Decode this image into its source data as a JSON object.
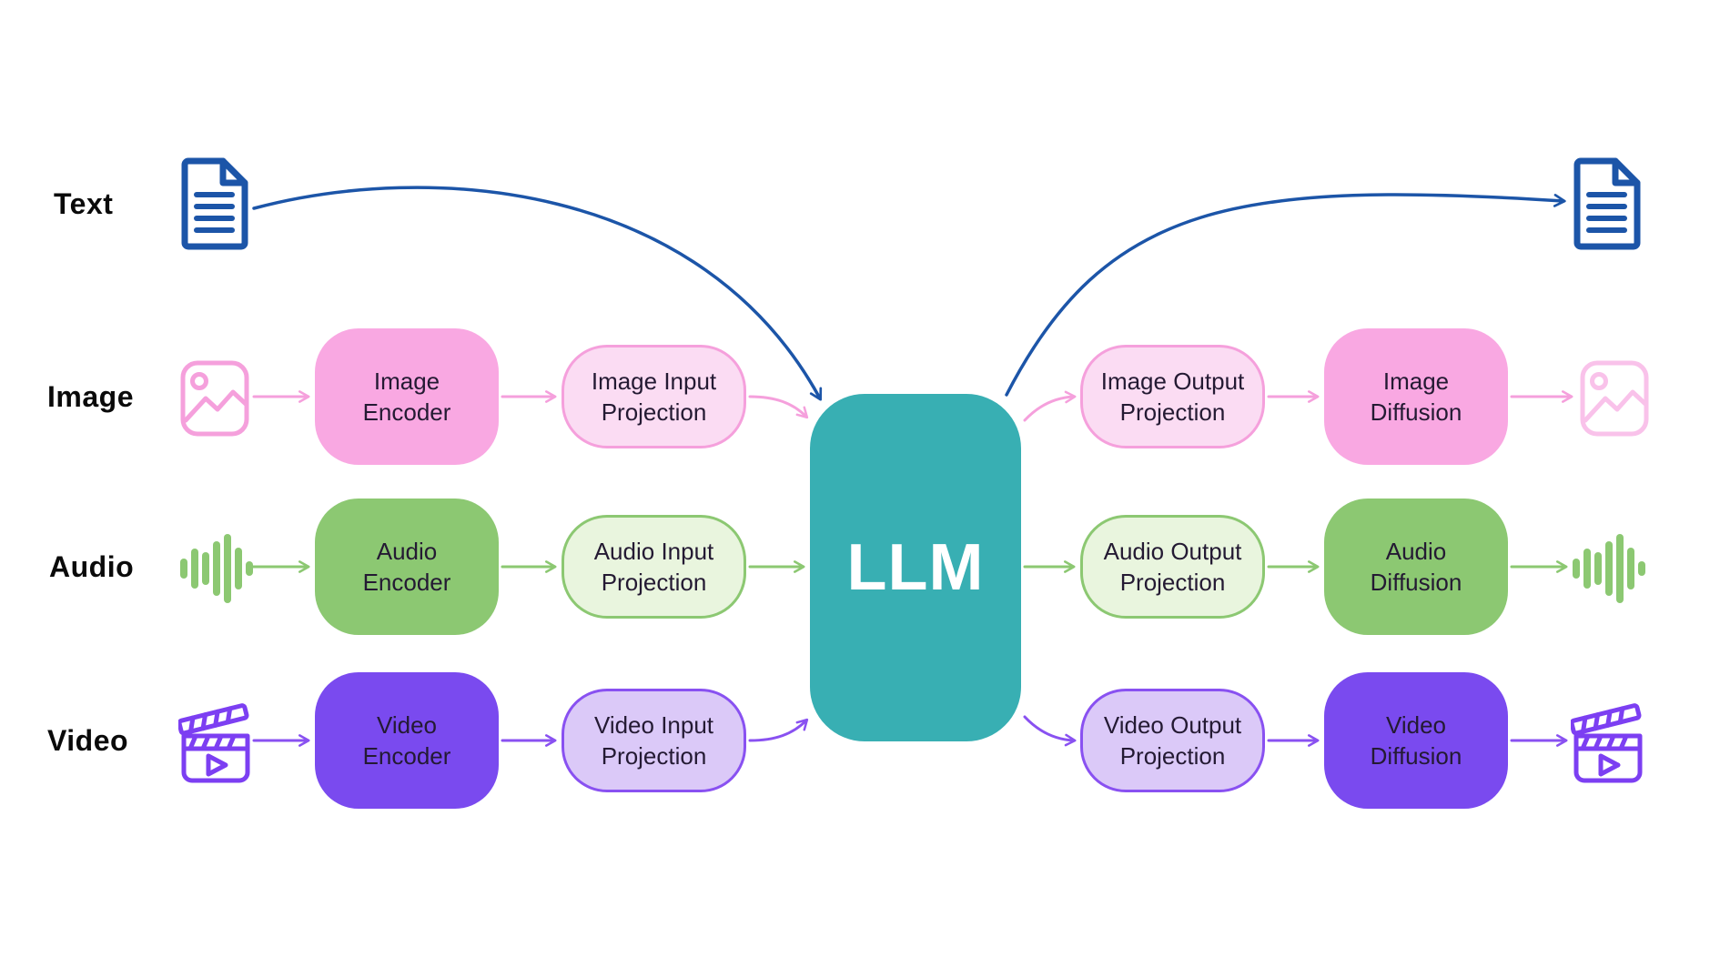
{
  "llm": {
    "label": "LLM"
  },
  "rows": {
    "text": {
      "label": "Text"
    },
    "image": {
      "label": "Image",
      "encoder": "Image\nEncoder",
      "input_projection": "Image Input\nProjection",
      "output_projection": "Image Output\nProjection",
      "diffusion": "Image\nDiffusion"
    },
    "audio": {
      "label": "Audio",
      "encoder": "Audio\nEncoder",
      "input_projection": "Audio Input\nProjection",
      "output_projection": "Audio Output\nProjection",
      "diffusion": "Audio\nDiffusion"
    },
    "video": {
      "label": "Video",
      "encoder": "Video\nEncoder",
      "input_projection": "Video Input\nProjection",
      "output_projection": "Video Output\nProjection",
      "diffusion": "Video\nDiffusion"
    }
  },
  "icons": {
    "text_left": "document-icon",
    "text_right": "document-icon",
    "image_left": "image-icon",
    "image_right": "image-icon",
    "audio_left": "audio-waveform-icon",
    "audio_right": "audio-waveform-icon",
    "video_left": "video-clapperboard-icon",
    "video_right": "video-clapperboard-icon"
  },
  "colors": {
    "text_blue": "#1c55a8",
    "image_pink": "#f9a8e2",
    "image_pink_light": "#fbdcf3",
    "image_pink_line": "#f5a0dc",
    "audio_green": "#8cc872",
    "audio_green_light": "#e9f5de",
    "video_purple": "#7a4aef",
    "video_purple_light": "#dbc9f8",
    "video_purple_line": "#8951f1",
    "llm_teal": "#38afb3",
    "box_text": "#241a33"
  }
}
